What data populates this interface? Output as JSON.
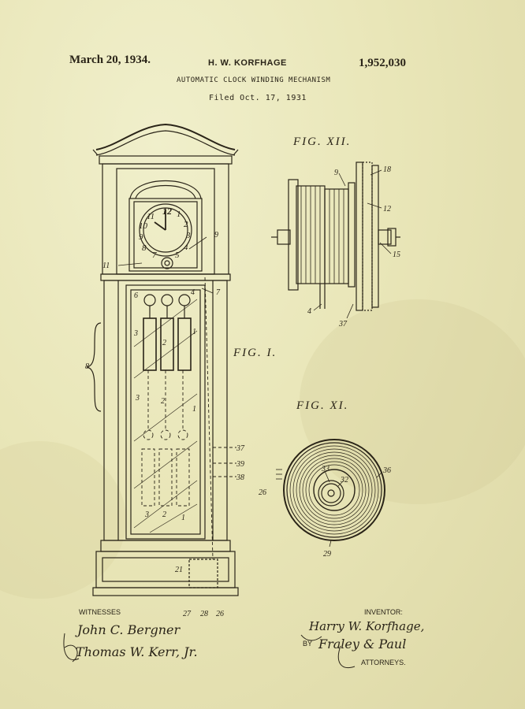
{
  "header": {
    "date": "March 20, 1934.",
    "inventor_name": "H. W. KORFHAGE",
    "patent_number": "1,952,030",
    "title": "AUTOMATIC CLOCK WINDING MECHANISM",
    "filed": "Filed Oct. 17, 1931"
  },
  "figures": {
    "fig1_label": "FIG. I.",
    "fig11_label": "FIG. XI.",
    "fig12_label": "FIG. XII."
  },
  "footer": {
    "witnesses_label": "WITNESSES",
    "inventor_label": "INVENTOR:",
    "inventor_signature": "Harry W. Korfhage,",
    "by_label": "BY",
    "attorneys_label": "ATTORNEYS.",
    "attorney_signature": "Fraley & Paul",
    "witness1_signature": "John C. Bergner",
    "witness2_signature": "Thomas W. Kerr, Jr."
  },
  "references": {
    "fig1": [
      "9",
      "11",
      "7",
      "6",
      "4",
      "3",
      "2",
      "1",
      "8",
      "37",
      "39",
      "38",
      "21",
      "27",
      "28",
      "26",
      "12",
      "10",
      "5"
    ],
    "fig12": [
      "9",
      "18",
      "12",
      "15",
      "4",
      "37"
    ],
    "fig11": [
      "33",
      "32",
      "36",
      "26",
      "29"
    ]
  },
  "colors": {
    "paper": "#e9e6b8",
    "ink": "#2a2418"
  }
}
